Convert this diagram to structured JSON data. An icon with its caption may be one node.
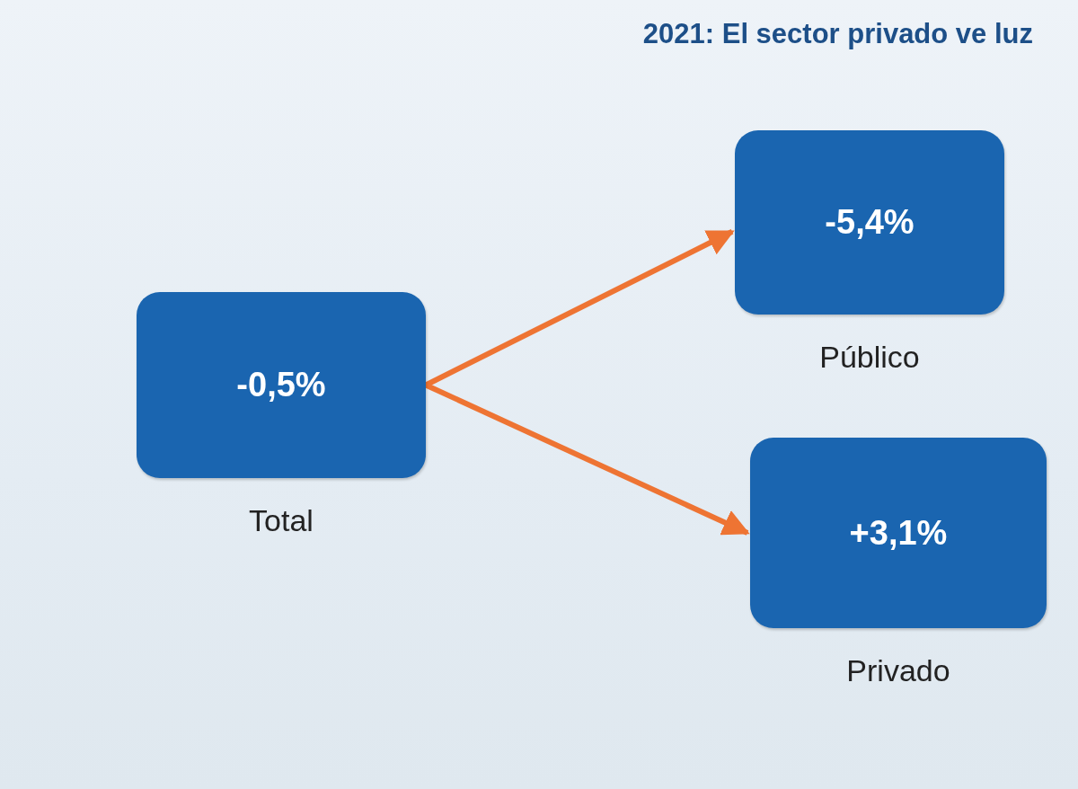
{
  "diagram": {
    "title": "2021: El sector privado ve luz",
    "nodes": [
      {
        "text": [
          "-0,5%"
        ],
        "beside": [
          "Total"
        ]
      },
      {
        "text": [
          "-5,4%"
        ],
        "beside": [
          "Público"
        ]
      },
      {
        "text": [
          "+3,1%"
        ],
        "beside": [
          "Privado"
        ]
      }
    ],
    "edges": [
      {
        "from": 0,
        "to": 1,
        "arrow": "to"
      },
      {
        "from": 0,
        "to": 2,
        "arrow": "to"
      }
    ]
  }
}
